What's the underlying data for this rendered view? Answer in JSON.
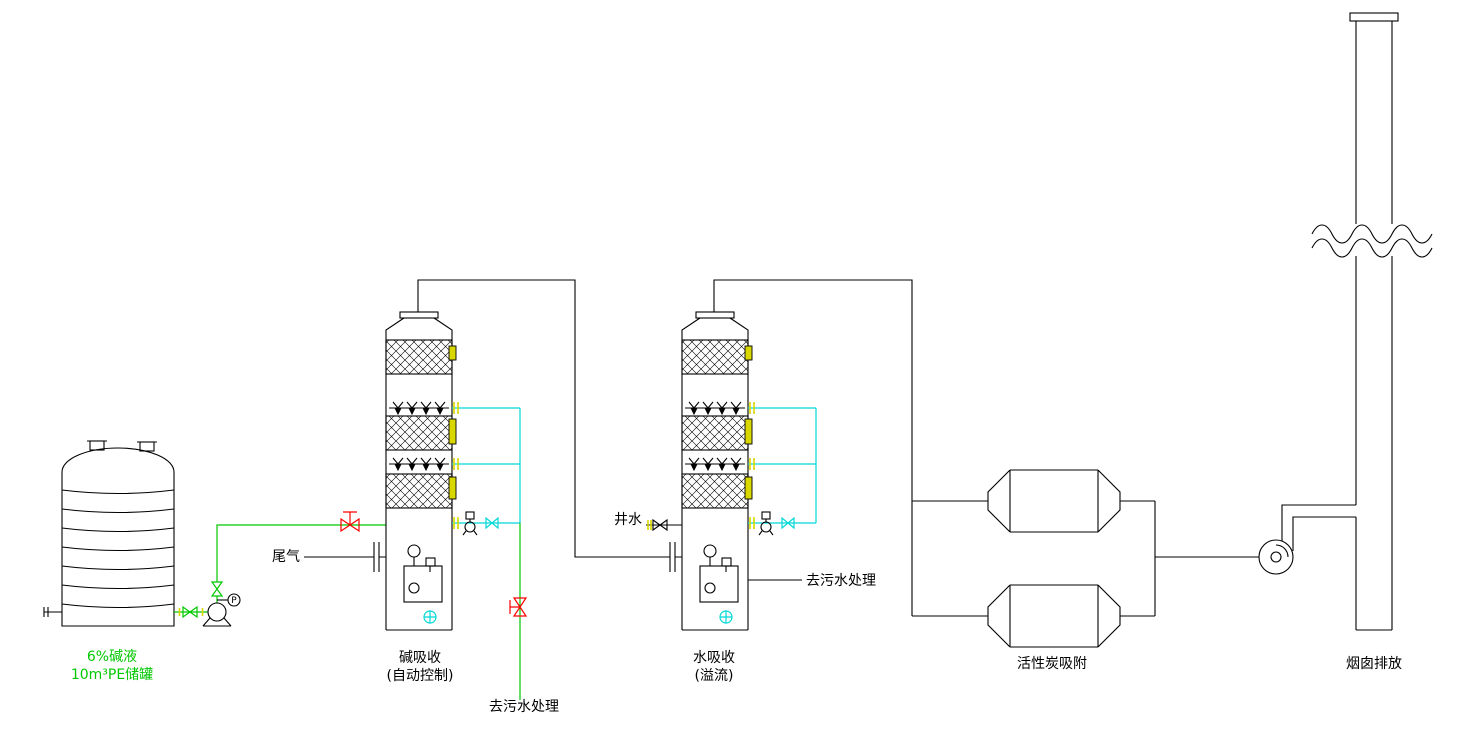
{
  "diagram": {
    "type": "process-flow-diagram",
    "labels": {
      "tank_line1": "6%碱液",
      "tank_line2": "10m³PE储罐",
      "tail_gas": "尾气",
      "tower1_name": "碱吸收",
      "tower1_mode": "(自动控制)",
      "tower2_name": "水吸收",
      "tower2_mode": "(溢流)",
      "well_water": "井水",
      "drain_bottom": "去污水处理",
      "drain_right": "去污水处理",
      "carbon": "活性炭吸附",
      "chimney": "烟囱排放",
      "pressure_gauge": "P"
    },
    "colors": {
      "background": "#ffffff",
      "line_black": "#000000",
      "pipe_green": "#00c800",
      "pipe_cyan": "#00d8d8",
      "valve_red": "#ff0000",
      "fitting_yellow": "#d8d800"
    }
  }
}
